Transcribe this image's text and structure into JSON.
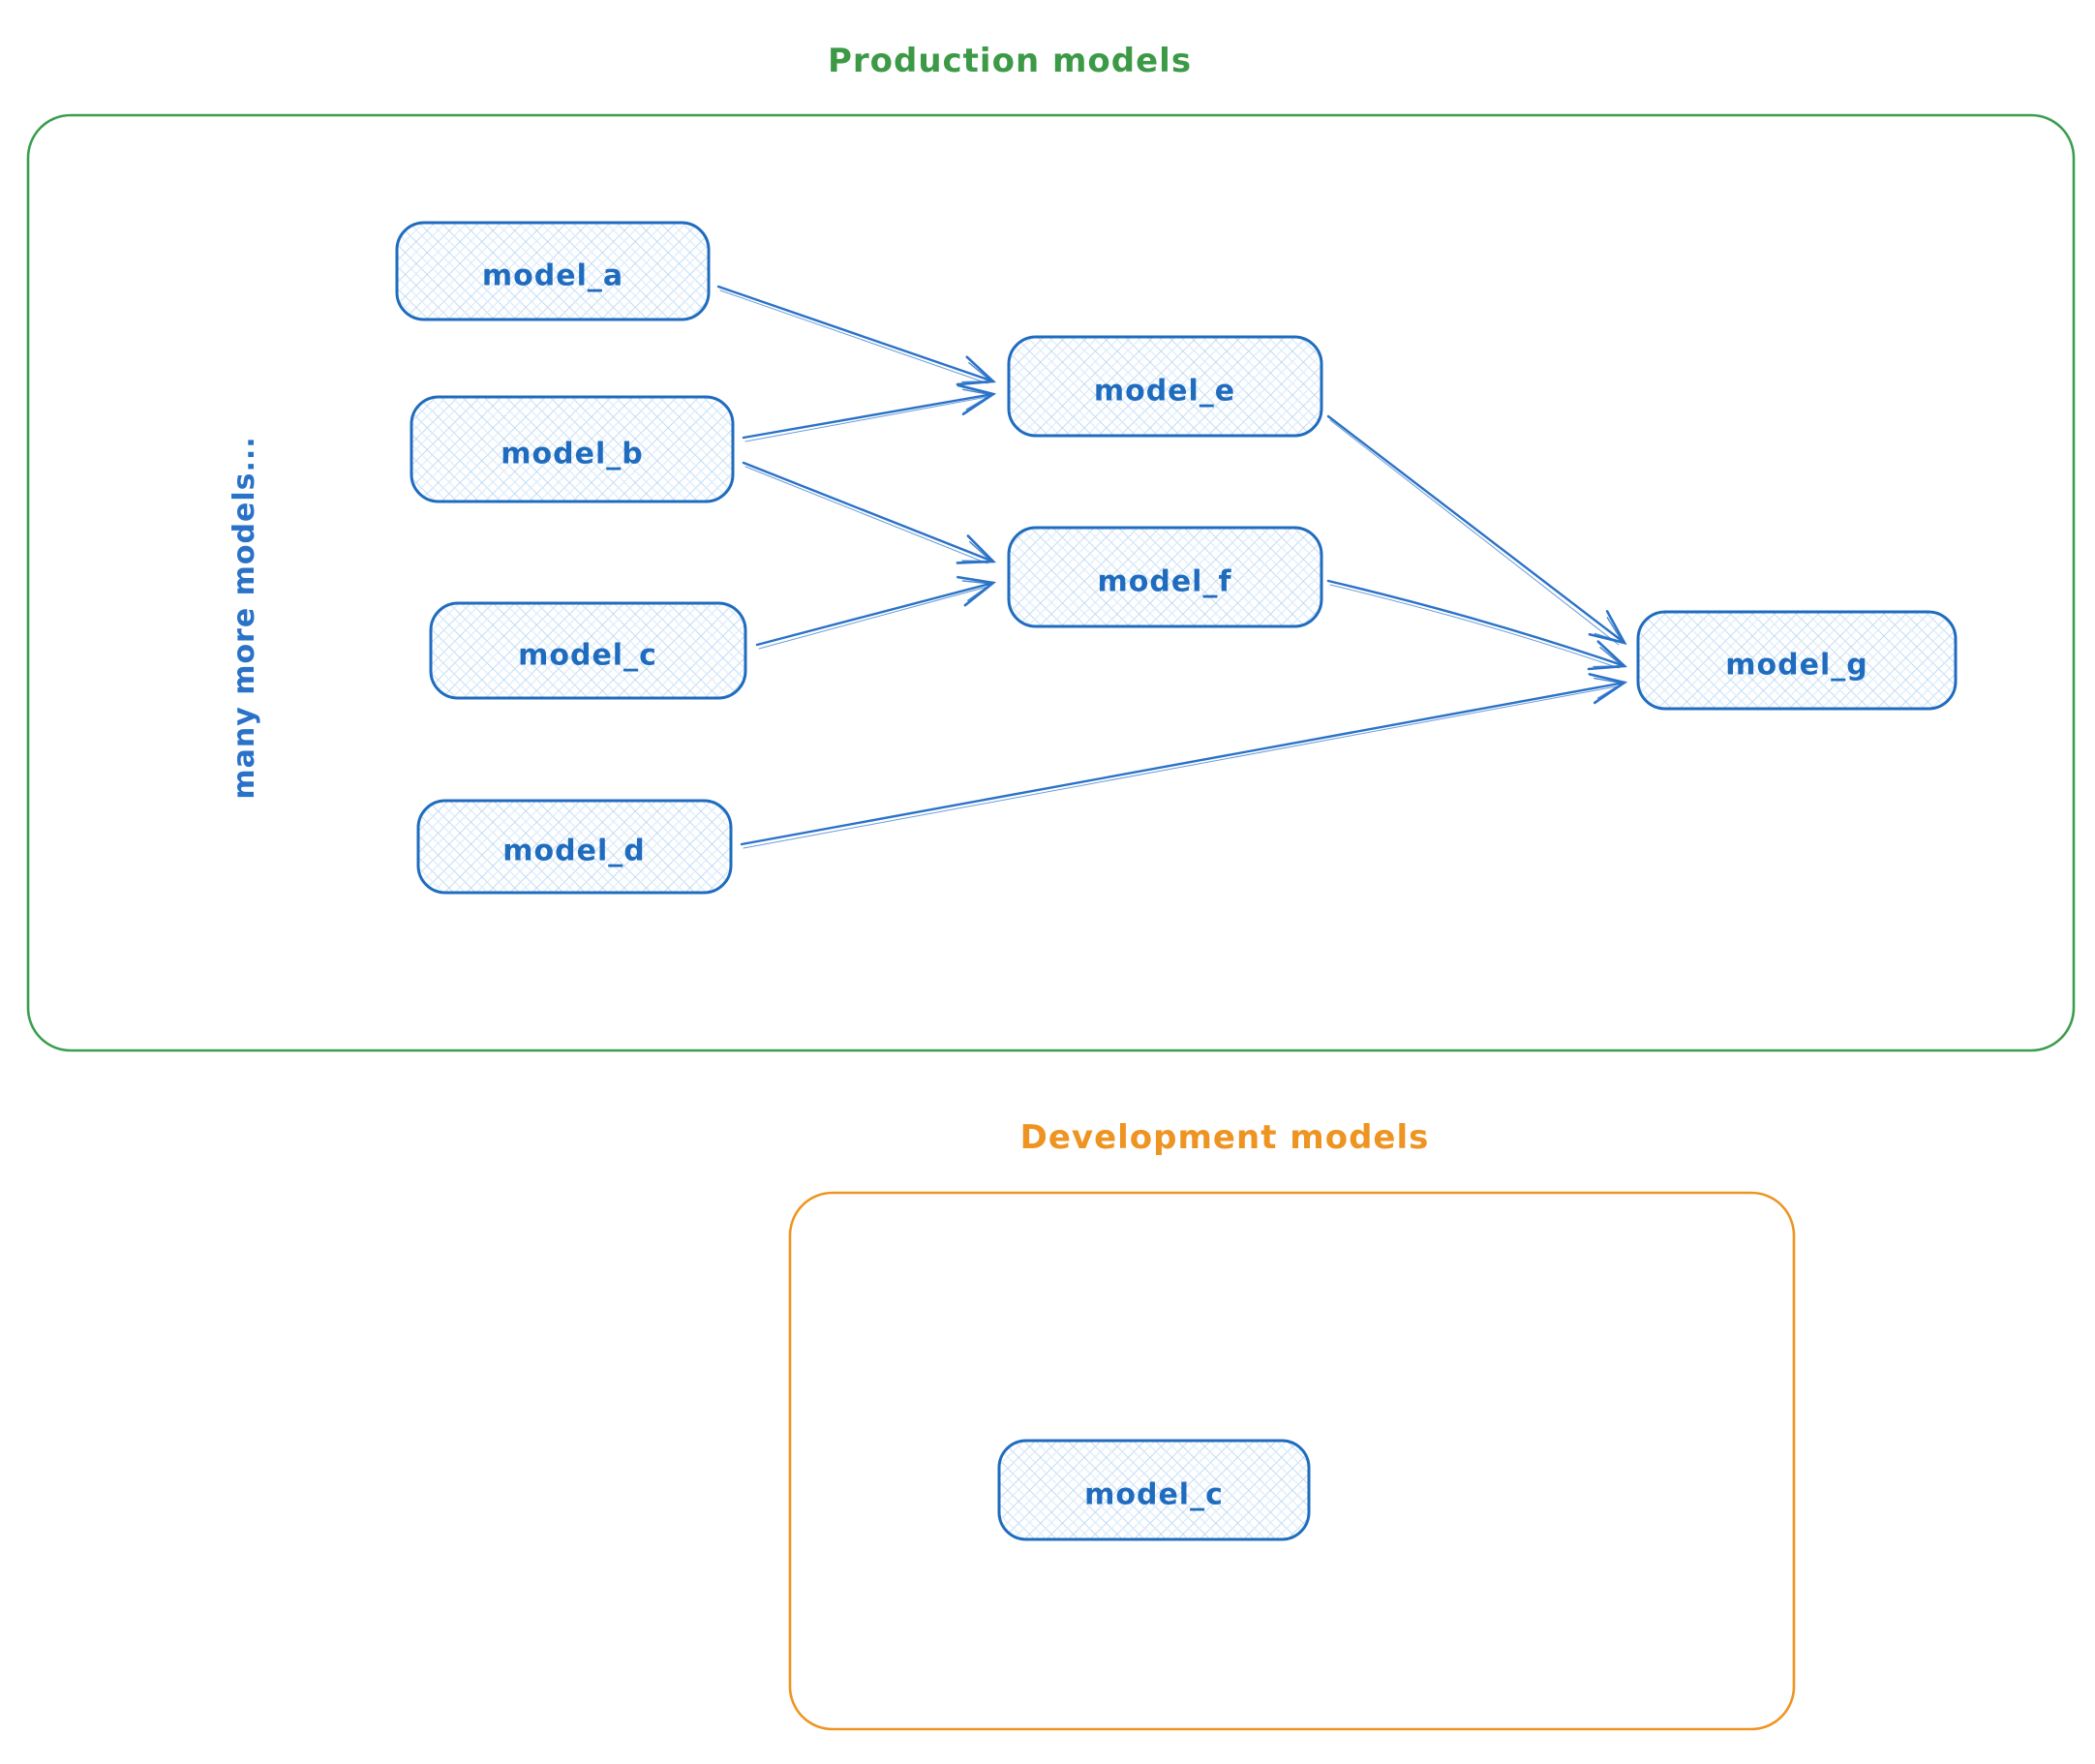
{
  "titles": {
    "production": "Production models",
    "development": "Development models"
  },
  "note": {
    "text": "many more models..."
  },
  "nodes": {
    "model_a": {
      "label": "model_a"
    },
    "model_b": {
      "label": "model_b"
    },
    "model_c": {
      "label": "model_c"
    },
    "model_d": {
      "label": "model_d"
    },
    "model_e": {
      "label": "model_e"
    },
    "model_f": {
      "label": "model_f"
    },
    "model_g": {
      "label": "model_g"
    },
    "model_c_dev": {
      "label": "model_c"
    }
  },
  "edges": [
    {
      "from": "model_a",
      "to": "model_e"
    },
    {
      "from": "model_b",
      "to": "model_e"
    },
    {
      "from": "model_b",
      "to": "model_f"
    },
    {
      "from": "model_c",
      "to": "model_f"
    },
    {
      "from": "model_e",
      "to": "model_g"
    },
    {
      "from": "model_f",
      "to": "model_g"
    },
    {
      "from": "model_d",
      "to": "model_g"
    }
  ],
  "colors": {
    "node_stroke": "#1f6cbf",
    "node_fill_hatch": "#bcd9f4",
    "edge": "#2a72c8",
    "production_border": "#3a9e4e",
    "production_title": "#3c9a47",
    "development_border": "#ee9422",
    "development_title": "#ee9422",
    "note_text": "#2a72c8"
  }
}
